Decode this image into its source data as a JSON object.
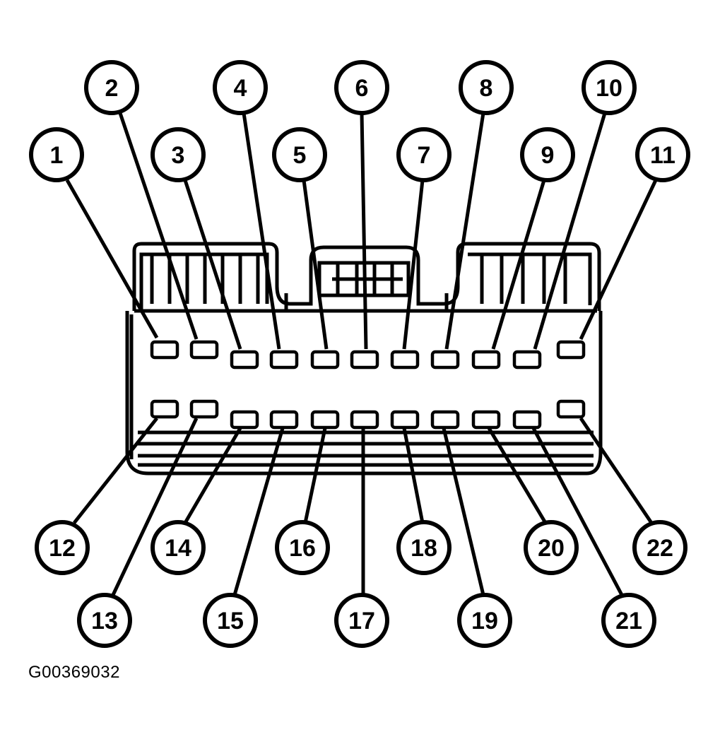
{
  "figure_code": "G00369032",
  "upper_row_pins": [
    "1",
    "2",
    "3",
    "4",
    "5",
    "6",
    "7",
    "8",
    "9",
    "10",
    "11"
  ],
  "lower_row_pins": [
    "12",
    "13",
    "14",
    "15",
    "16",
    "17",
    "18",
    "19",
    "20",
    "21",
    "22"
  ]
}
